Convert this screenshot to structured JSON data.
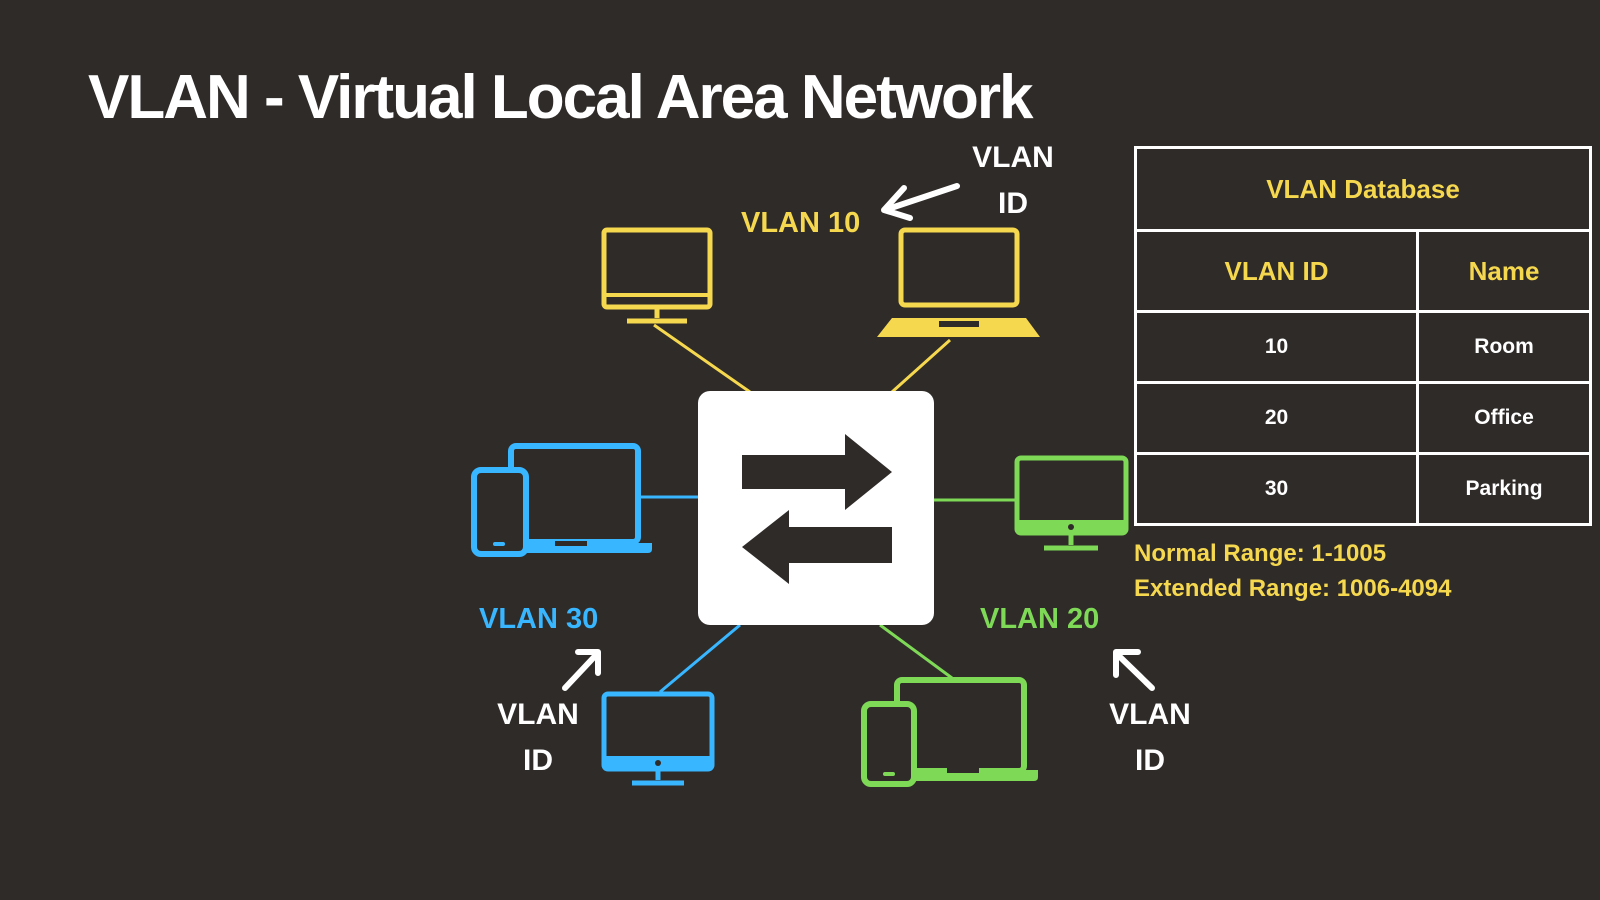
{
  "title": "VLAN - Virtual Local Area Network",
  "colors": {
    "background": "#2f2b29",
    "vlan10": "#f6d84f",
    "vlan20": "#7ed957",
    "vlan30": "#38b6ff",
    "switch": "#ffffff"
  },
  "vlan_labels": {
    "vlan10": "VLAN 10",
    "vlan20": "VLAN 20",
    "vlan30": "VLAN 30"
  },
  "vlan_id_callout": {
    "line1": "VLAN",
    "line2": "ID"
  },
  "icons": {
    "switch": "switch-arrows-icon",
    "monitor": "desktop-monitor-icon",
    "laptop": "laptop-icon",
    "phone_laptop": "phone-and-laptop-icon"
  },
  "database": {
    "title": "VLAN Database",
    "headers": [
      "VLAN ID",
      "Name"
    ],
    "rows": [
      {
        "id": "10",
        "name": "Room"
      },
      {
        "id": "20",
        "name": "Office"
      },
      {
        "id": "30",
        "name": "Parking"
      }
    ]
  },
  "ranges": {
    "normal": "Normal Range: 1-1005",
    "extended": "Extended Range: 1006-4094"
  }
}
